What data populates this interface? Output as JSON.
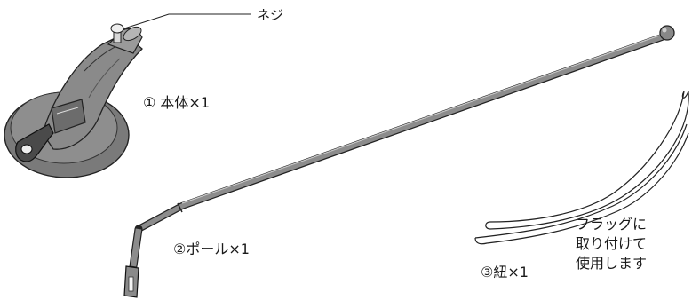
{
  "parts": {
    "screw_callout": "ネジ",
    "body_label": "① 本体×1",
    "pole_label": "②ポール×1",
    "string_label": "③紐×1"
  },
  "note": {
    "line1": "フラッグに",
    "line2": "取り付けて",
    "line3": "使用します"
  }
}
